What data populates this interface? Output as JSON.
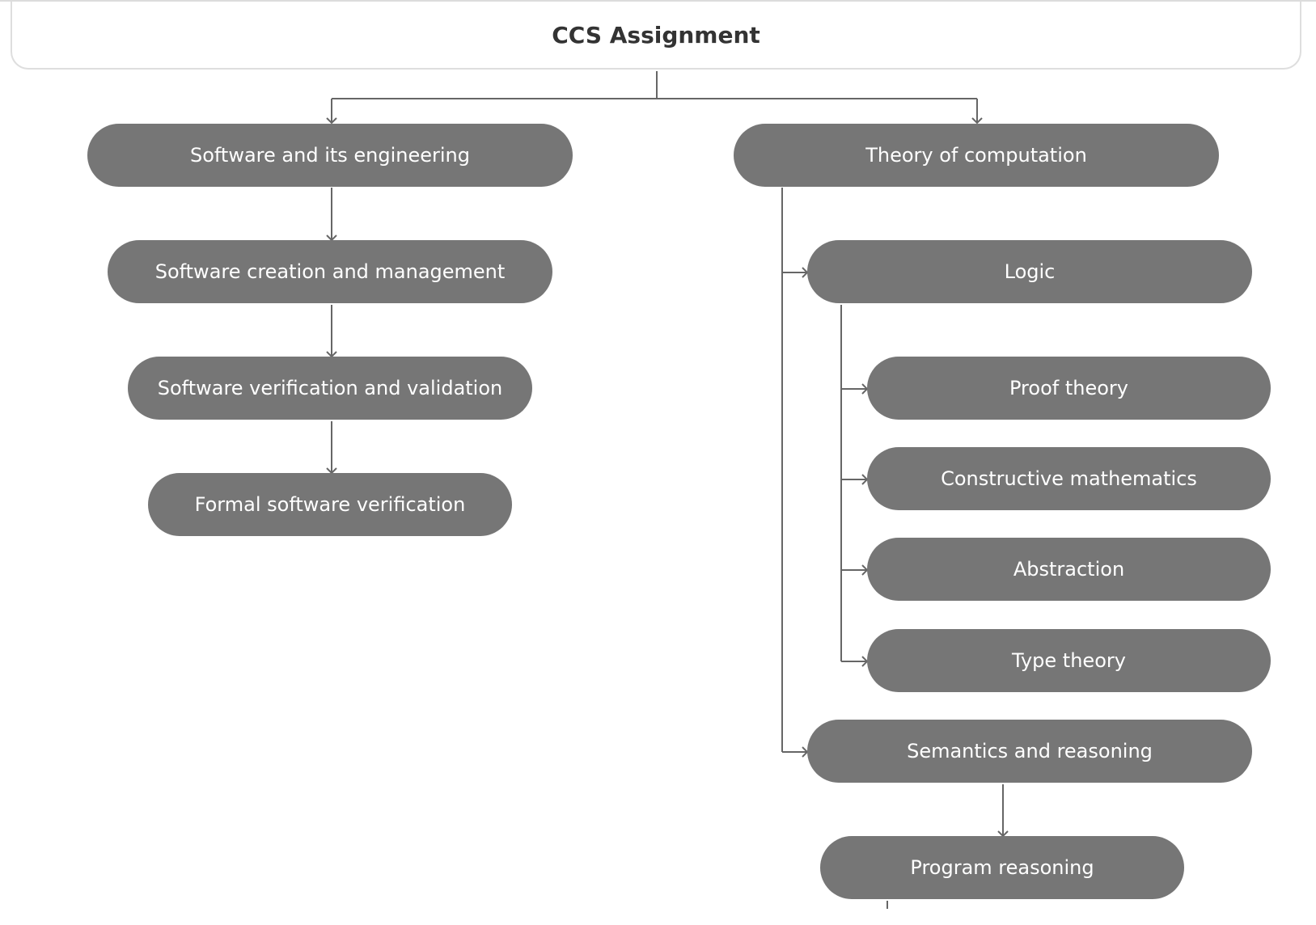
{
  "title": "CCS Assignment",
  "nodes": {
    "software_engineering": "Software and its engineering",
    "software_creation": "Software creation and management",
    "software_verification": "Software verification and validation",
    "formal_verification": "Formal software verification",
    "theory_of_computation": "Theory of computation",
    "logic": "Logic",
    "proof_theory": "Proof theory",
    "constructive_math": "Constructive mathematics",
    "abstraction": "Abstraction",
    "type_theory": "Type theory",
    "semantics": "Semantics and reasoning",
    "program_reasoning": "Program reasoning"
  },
  "colors": {
    "node_fill": "#767676",
    "connector": "#666666",
    "title_border": "#dedede"
  }
}
